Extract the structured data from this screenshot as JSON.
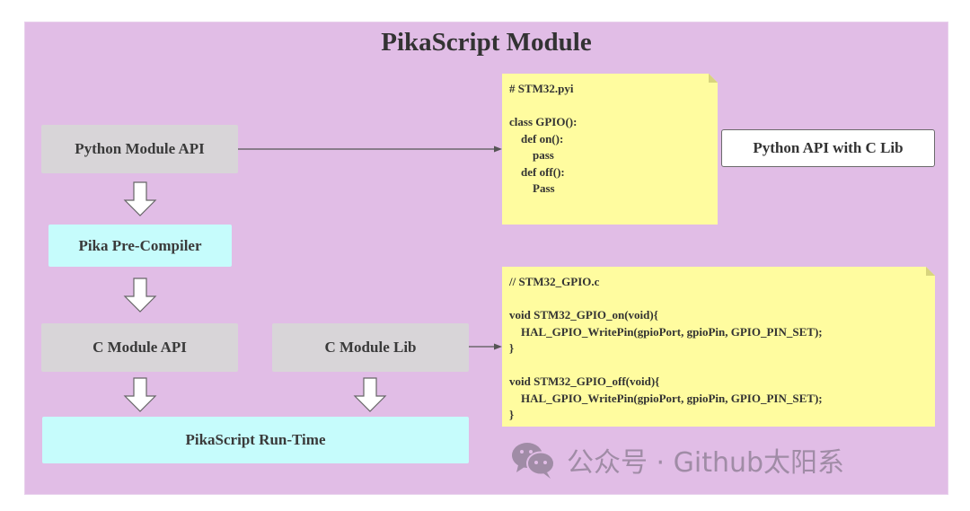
{
  "diagram": {
    "title": "PikaScript Module",
    "nodes": {
      "python_module_api": "Python Module API",
      "pika_precompiler": "Pika Pre-Compiler",
      "c_module_api": "C Module API",
      "c_module_lib": "C Module Lib",
      "pikascript_runtime": "PikaScript Run-Time"
    },
    "label": "Python API with C Lib",
    "notes": {
      "python_stub": "# STM32.pyi\n\nclass GPIO():\n    def on():\n        pass\n    def off():\n        Pass",
      "c_source": "// STM32_GPIO.c\n\nvoid STM32_GPIO_on(void){\n    HAL_GPIO_WritePin(gpioPort, gpioPin, GPIO_PIN_SET);\n}\n\nvoid STM32_GPIO_off(void){\n    HAL_GPIO_WritePin(gpioPort, gpioPin, GPIO_PIN_SET);\n}"
    },
    "colors": {
      "background": "#e1bde6",
      "gray_node": "#d8d5d8",
      "cyan_node": "#c6fcfc",
      "note": "#fffc9f"
    },
    "edges": [
      {
        "from": "Python Module API",
        "to": "Pika Pre-Compiler",
        "style": "block-arrow"
      },
      {
        "from": "Pika Pre-Compiler",
        "to": "C Module API",
        "style": "block-arrow"
      },
      {
        "from": "C Module API",
        "to": "PikaScript Run-Time",
        "style": "block-arrow"
      },
      {
        "from": "C Module Lib",
        "to": "PikaScript Run-Time",
        "style": "block-arrow"
      },
      {
        "from": "Python Module API",
        "to": "# STM32.pyi",
        "style": "line-arrow"
      },
      {
        "from": "C Module Lib",
        "to": "// STM32_GPIO.c",
        "style": "line-arrow"
      }
    ]
  },
  "watermark": {
    "icon": "wechat-icon",
    "text": "公众号 · Github太阳系"
  }
}
